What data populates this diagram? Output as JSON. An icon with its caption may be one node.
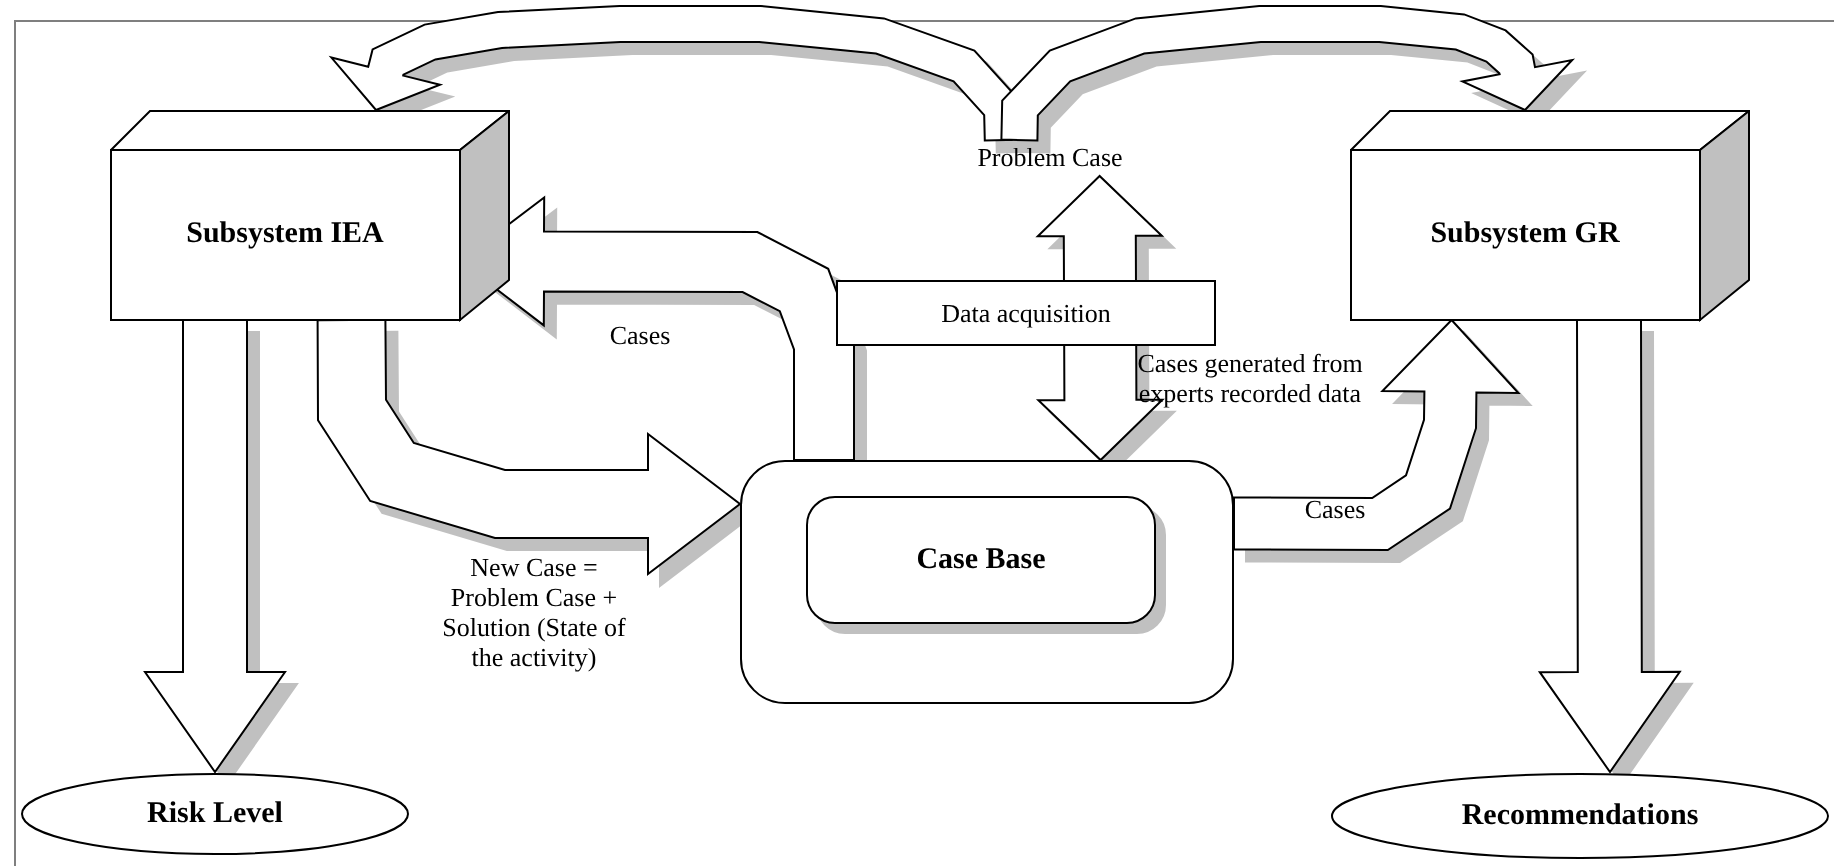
{
  "diagram": {
    "nodes": [
      {
        "text": [
          "Subsystem IEA"
        ]
      },
      {
        "text": [
          "Subsystem GR"
        ]
      },
      {
        "text": [
          "Problem Case"
        ]
      },
      {
        "text": [],
        "shape": "box"
      },
      {
        "text": [
          "Case Base"
        ],
        "in": 3
      },
      {
        "text": [
          "Risk Level"
        ]
      },
      {
        "text": [
          "Recommendations"
        ]
      }
    ],
    "edges": [
      {
        "from": 2,
        "to": 0,
        "arrow": "to"
      },
      {
        "from": 2,
        "to": 1,
        "arrow": "to"
      },
      {
        "from": 2,
        "to": 3,
        "arrow": "both",
        "label": "Data acquisition"
      },
      {
        "from": 3,
        "to": 0,
        "arrow": "to",
        "label": "Cases"
      },
      {
        "from": 0,
        "to": 3,
        "arrow": "to",
        "label": "New Case = Problem Case + Solution (State of the activity)"
      },
      {
        "from": 3,
        "to": 1,
        "arrow": "to",
        "label": "Cases"
      },
      {
        "from": 0,
        "to": 5,
        "arrow": "to"
      },
      {
        "from": 1,
        "to": 6,
        "arrow": "to"
      }
    ],
    "labels": [
      "Cases generated from experts recorded data"
    ]
  }
}
